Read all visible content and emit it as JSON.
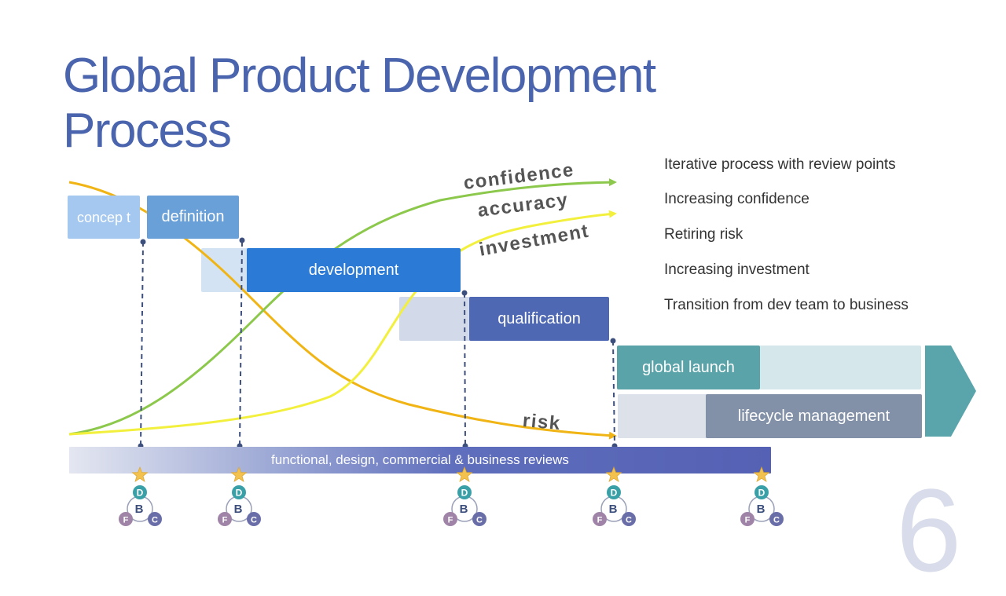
{
  "slide": {
    "title": "Global Product Development Process",
    "page_number": "6"
  },
  "bullets": [
    "Iterative process with review points",
    "Increasing confidence",
    "Retiring risk",
    "Increasing investment",
    "Transition from dev team to business"
  ],
  "phases": {
    "concept": "concep t",
    "definition": "definition",
    "development": "development",
    "qualification": "qualification",
    "global_launch": "global launch",
    "lifecycle": "lifecycle management"
  },
  "curves": {
    "confidence": "confidence",
    "accuracy": "accuracy",
    "investment": "investment",
    "risk": "risk"
  },
  "review_bar": "functional, design, commercial & business reviews",
  "review_node": {
    "top": "D",
    "center": "B",
    "left": "F",
    "right": "C"
  },
  "colors": {
    "title": "#4a64ad",
    "concept": "#a5c8f0",
    "definition": "#6aa0d8",
    "development": "#2b7bd6",
    "qualification": "#4f68b3",
    "global_launch": "#59a3a9",
    "lifecycle": "#8391a8",
    "confidence_curve": "#8cc84b",
    "investment_curve": "#f2f03c",
    "risk_curve": "#f0b414",
    "arrow": "#5aa5ab"
  }
}
